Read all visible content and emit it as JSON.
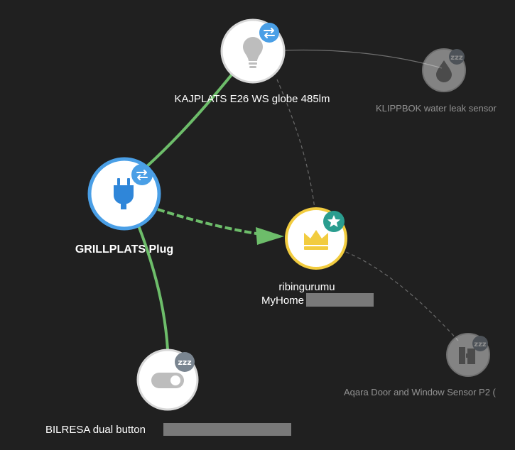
{
  "colors": {
    "background": "#202020",
    "active_link": "#6dbd6a",
    "passive_link": "#8a8a8a",
    "router_ring": "#4a9fe6",
    "coordinator_ring": "#f2cc3f",
    "badge_router": "#4a9fe6",
    "badge_sleep": "#7a8590",
    "badge_coordinator": "#2a9d8f",
    "label_primary": "#ffffff",
    "label_dim": "#9a9a9a"
  },
  "nodes": {
    "bulb": {
      "label": "KAJPLATS E26 WS globe 485lm",
      "icon": "lightbulb-icon",
      "badge": "router-arrows-icon"
    },
    "plug": {
      "label": "GRILLPLATS Plug",
      "icon": "plug-icon",
      "badge": "router-arrows-icon"
    },
    "coordinator": {
      "label_line1": "ribingurumu",
      "label_line2": "MyHome",
      "icon": "crown-icon",
      "badge": "star-icon"
    },
    "button": {
      "label": "BILRESA dual button",
      "icon": "toggle-switch-icon",
      "badge": "sleep-zzz-icon"
    },
    "leak": {
      "label": "KLIPPBOK water leak sensor",
      "icon": "water-drop-icon",
      "badge": "sleep-zzz-icon"
    },
    "door": {
      "label": "Aqara Door and Window Sensor P2 (",
      "icon": "door-sensor-icon",
      "badge": "sleep-zzz-icon"
    }
  },
  "badge_text": {
    "sleep": "zzz"
  }
}
